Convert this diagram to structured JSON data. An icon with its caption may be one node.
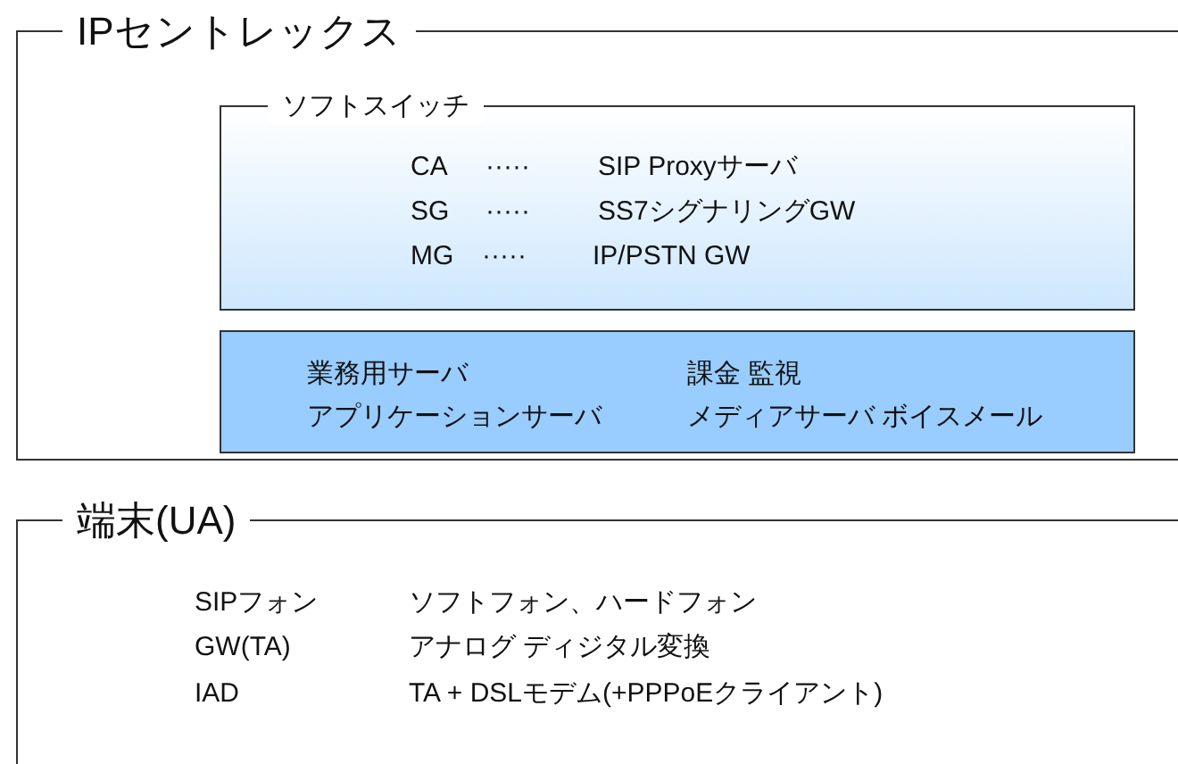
{
  "diagram": {
    "nodes": [
      {
        "text": [
          "IPセントレックス"
        ]
      },
      {
        "text": [
          "ソフトスイッチ",
          "CA",
          "·····",
          "SIP Proxyサーバ",
          "SG",
          "·····",
          "SS7シグナリングGW",
          "MG",
          "·····",
          "IP/PSTN GW"
        ],
        "in": 0
      },
      {
        "text": [
          "業務用サーバ",
          "課金 監視",
          "アプリケーションサーバ",
          "メディアサーバ ボイスメール"
        ],
        "in": 0
      },
      {
        "text": [
          "端末(UA)",
          "SIPフォン",
          "ソフトフォン、ハードフォン",
          "GW(TA)",
          "アナログ ディジタル変換",
          "IAD",
          "TA + DSLモデム(+PPPoEクライアント)"
        ]
      }
    ]
  }
}
